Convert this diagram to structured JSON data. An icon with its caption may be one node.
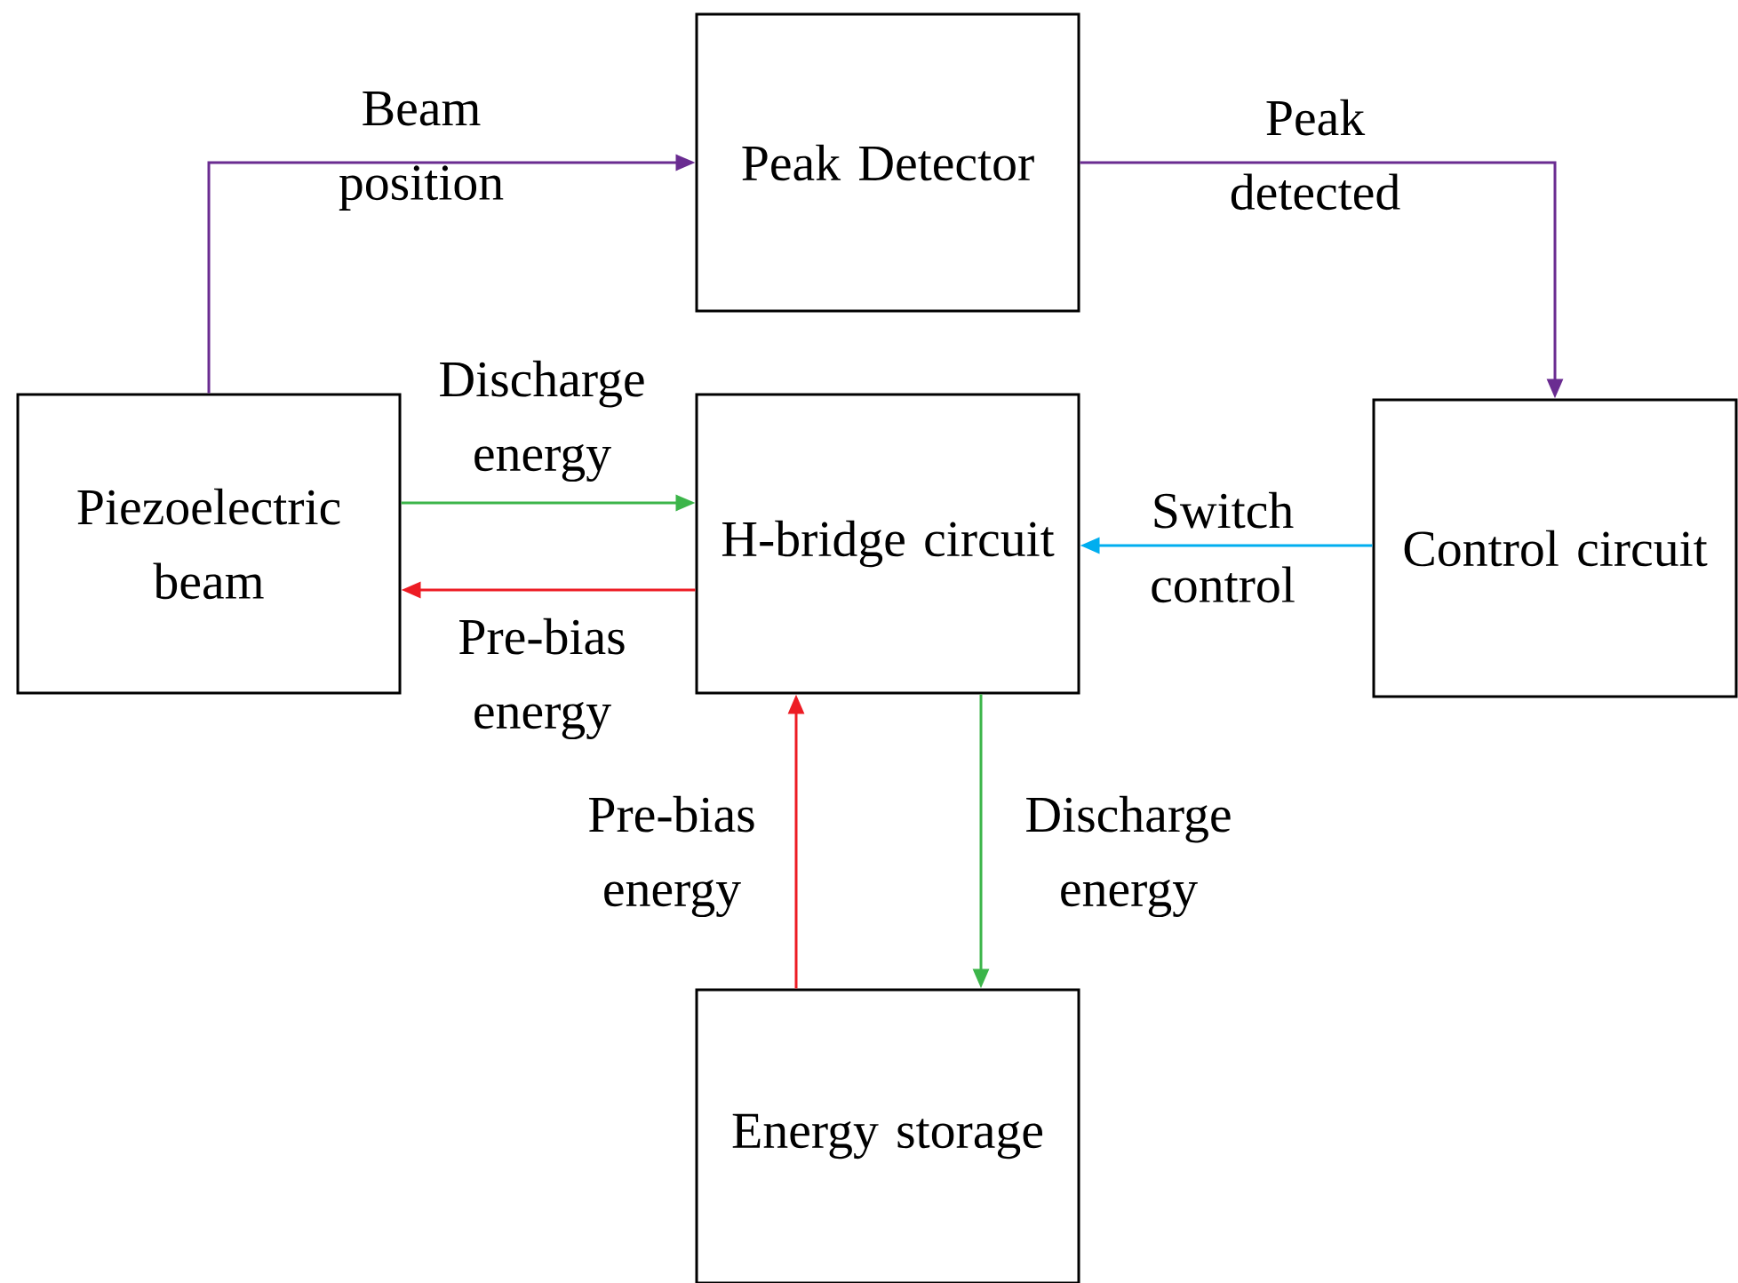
{
  "diagram": {
    "nodes": [
      {
        "text": [
          "Piezoelectric beam"
        ]
      },
      {
        "text": [
          "Peak Detector"
        ]
      },
      {
        "text": [
          "Control circuit"
        ]
      },
      {
        "text": [
          "H-bridge circuit"
        ]
      },
      {
        "text": [
          "Energy storage"
        ]
      }
    ],
    "edges": [
      {
        "from": 0,
        "to": 1,
        "arrow": "to",
        "label": "Beam position",
        "color": "#6a2c91"
      },
      {
        "from": 1,
        "to": 2,
        "arrow": "to",
        "label": "Peak detected",
        "color": "#6a2c91"
      },
      {
        "from": 0,
        "to": 3,
        "arrow": "to",
        "label": "Discharge energy",
        "color": "#3cb54a"
      },
      {
        "from": 3,
        "to": 0,
        "arrow": "to",
        "label": "Pre-bias energy",
        "color": "#ed1c24"
      },
      {
        "from": 2,
        "to": 3,
        "arrow": "to",
        "label": "Switch control",
        "color": "#00aeef"
      },
      {
        "from": 4,
        "to": 3,
        "arrow": "to",
        "label": "Pre-bias energy",
        "color": "#ed1c24"
      },
      {
        "from": 3,
        "to": 4,
        "arrow": "to",
        "label": "Discharge energy",
        "color": "#3cb54a"
      }
    ]
  }
}
